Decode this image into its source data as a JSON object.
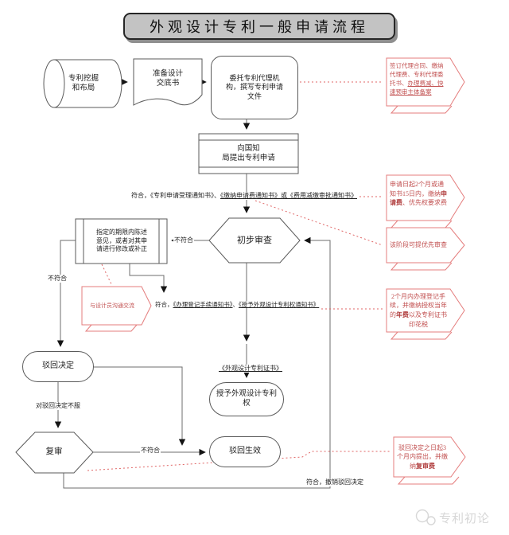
{
  "title": "外观设计专利一般申请流程",
  "nodes": {
    "mining": "专利挖掘\n和布局",
    "disclosure": "准备设计\n交底书",
    "agency": "委托专利代理机\n构，撰写专利申请\n文件",
    "file_application": "向国知\n局提出专利申请",
    "preliminary_exam": "初步审查",
    "amend": "指定的期限内陈述\n意见，或者对其申\n请进行修改或补正",
    "grant": "授予外观设计专利\n权",
    "reject_decision": "驳回决定",
    "review": "复审",
    "reject_effective": "驳回生效",
    "communicate": "与设计员沟通交流"
  },
  "edge_labels": {
    "receipt_parts": [
      "符合，《专利申请受理通知书》、",
      "《缴纳申请费通知书》或《费用减缴审批通知书》"
    ],
    "not_conform_1": "不符合",
    "not_conform_2": "不符合",
    "not_conform_3": "不符合",
    "dissatisfied": "对驳回决定不服",
    "registration_parts": [
      "符合，",
      "《办理登记手续通知书》",
      "、",
      "《授予外观设计专利权通知书》"
    ],
    "certificate": "《外观设计专利证书》",
    "revoke": "符合，撤销驳回决定"
  },
  "annotations": {
    "a1_parts": [
      "签订代理合同、缴纳代理费、专利代理委托书、",
      "办理费减、快速预审主体备案"
    ],
    "a2_parts": [
      "申请日起2个月或通知书15日内，缴纳",
      "申请费",
      "、优先权要求费"
    ],
    "a3": "该阶段可提优先审查",
    "a4_parts": [
      "2个月内办理登记手续，并缴纳授权当年的",
      "年费",
      "以及专利证书印花税"
    ],
    "a5_parts": [
      "驳回决定之日起3个月内提出，并缴纳",
      "复审费"
    ]
  },
  "watermark": "专利初论",
  "colors": {
    "annotation_red": "#e06666",
    "annotation_border": "#e47c7c",
    "title_fill": "#c3c3c3",
    "line_gray": "#6e6e6e"
  }
}
